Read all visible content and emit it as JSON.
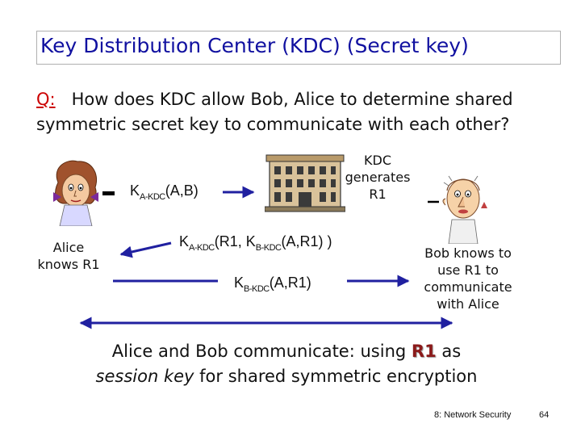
{
  "title": "Key Distribution Center (KDC) (Secret key)",
  "question": {
    "prefix": "Q:",
    "text": "How does KDC allow Bob, Alice to determine shared symmetric secret key to communicate with each other?"
  },
  "msg1": {
    "k": "K",
    "sub": "A-KDC",
    "rest": "(A,B)"
  },
  "kdc_note": [
    "KDC",
    "generates",
    "R1"
  ],
  "msg2": {
    "k1": "K",
    "sub1": "A-KDC",
    "mid": "(R1, K",
    "sub2": "B-KDC",
    "rest": "(A,R1) )"
  },
  "msg3": {
    "k": "K",
    "sub": "B-KDC",
    "rest": "(A,R1)"
  },
  "alice_note": [
    "Alice",
    "knows R1"
  ],
  "bob_note": [
    "Bob knows to",
    "use R1 to",
    "communicate",
    "with Alice"
  ],
  "bottom": {
    "part1": "Alice and Bob communicate: using",
    "r1": "R1",
    "part2": "as",
    "session": "session key",
    "part3": "for shared symmetric encryption"
  },
  "footer": "8: Network Security",
  "page": "64",
  "icons": {
    "alice": "alice-cartoon-icon",
    "bob": "bob-cartoon-icon",
    "kdc": "kdc-building-icon"
  }
}
